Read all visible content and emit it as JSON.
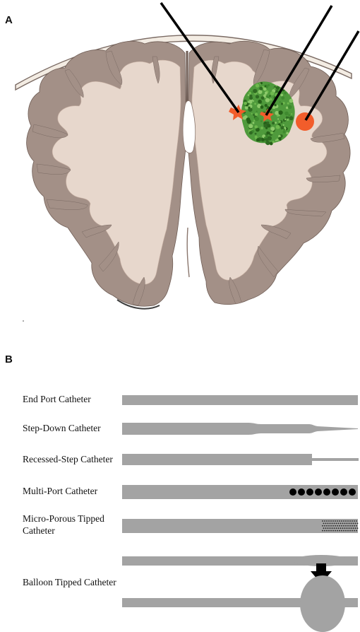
{
  "panel_a": {
    "letter": "A",
    "colors": {
      "skull": "#f3ece3",
      "skull_edge": "#7a6a63",
      "cortex": "#a39087",
      "white_matter": "#e7d7cc",
      "tumor": "#4f9a3c",
      "infusion": "#f25d2b",
      "needle": "#000000"
    },
    "needles": 3
  },
  "panel_b": {
    "letter": "B",
    "catheter_color": "#a3a3a3",
    "catheters": [
      {
        "label": "End Port Catheter",
        "type": "end-port"
      },
      {
        "label": "Step-Down Catheter",
        "type": "step-down"
      },
      {
        "label": "Recessed-Step Catheter",
        "type": "recessed-step"
      },
      {
        "label": "Multi-Port Catheter",
        "type": "multi-port",
        "ports": 8
      },
      {
        "label_line1": "Micro-Porous Tipped",
        "label_line2": "Catheter",
        "type": "micro-porous"
      },
      {
        "label": "Balloon Tipped Catheter",
        "type": "balloon",
        "states": [
          "deflated",
          "inflated"
        ]
      }
    ]
  }
}
